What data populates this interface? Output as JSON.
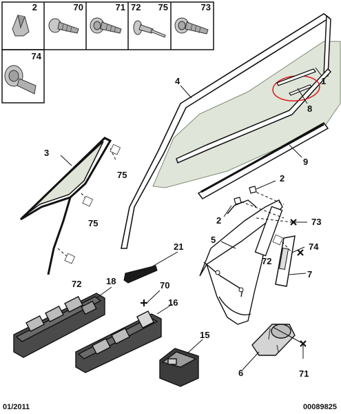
{
  "legend": {
    "boxes": [
      {
        "ref": "2"
      },
      {
        "ref": "70"
      },
      {
        "ref": "71"
      },
      {
        "ref": "72",
        "ref2": "75"
      },
      {
        "ref": "73"
      },
      {
        "ref": "74"
      }
    ]
  },
  "callouts": {
    "c1": "1",
    "c2a": "2",
    "c2b": "2",
    "c3": "3",
    "c4": "4",
    "c5": "5",
    "c6": "6",
    "c7": "7",
    "c8": "8",
    "c9": "9",
    "c15": "15",
    "c16": "16",
    "c18": "18",
    "c21": "21",
    "c70": "70",
    "c71": "71",
    "c72a": "72",
    "c72b": "72",
    "c73": "73",
    "c74": "74",
    "c75a": "75",
    "c75b": "75"
  },
  "footer": {
    "date": "01/2011",
    "ref": "00089825"
  },
  "colors": {
    "highlight": "#d9181e",
    "glass": "#dfe5d8",
    "line": "#111111"
  }
}
